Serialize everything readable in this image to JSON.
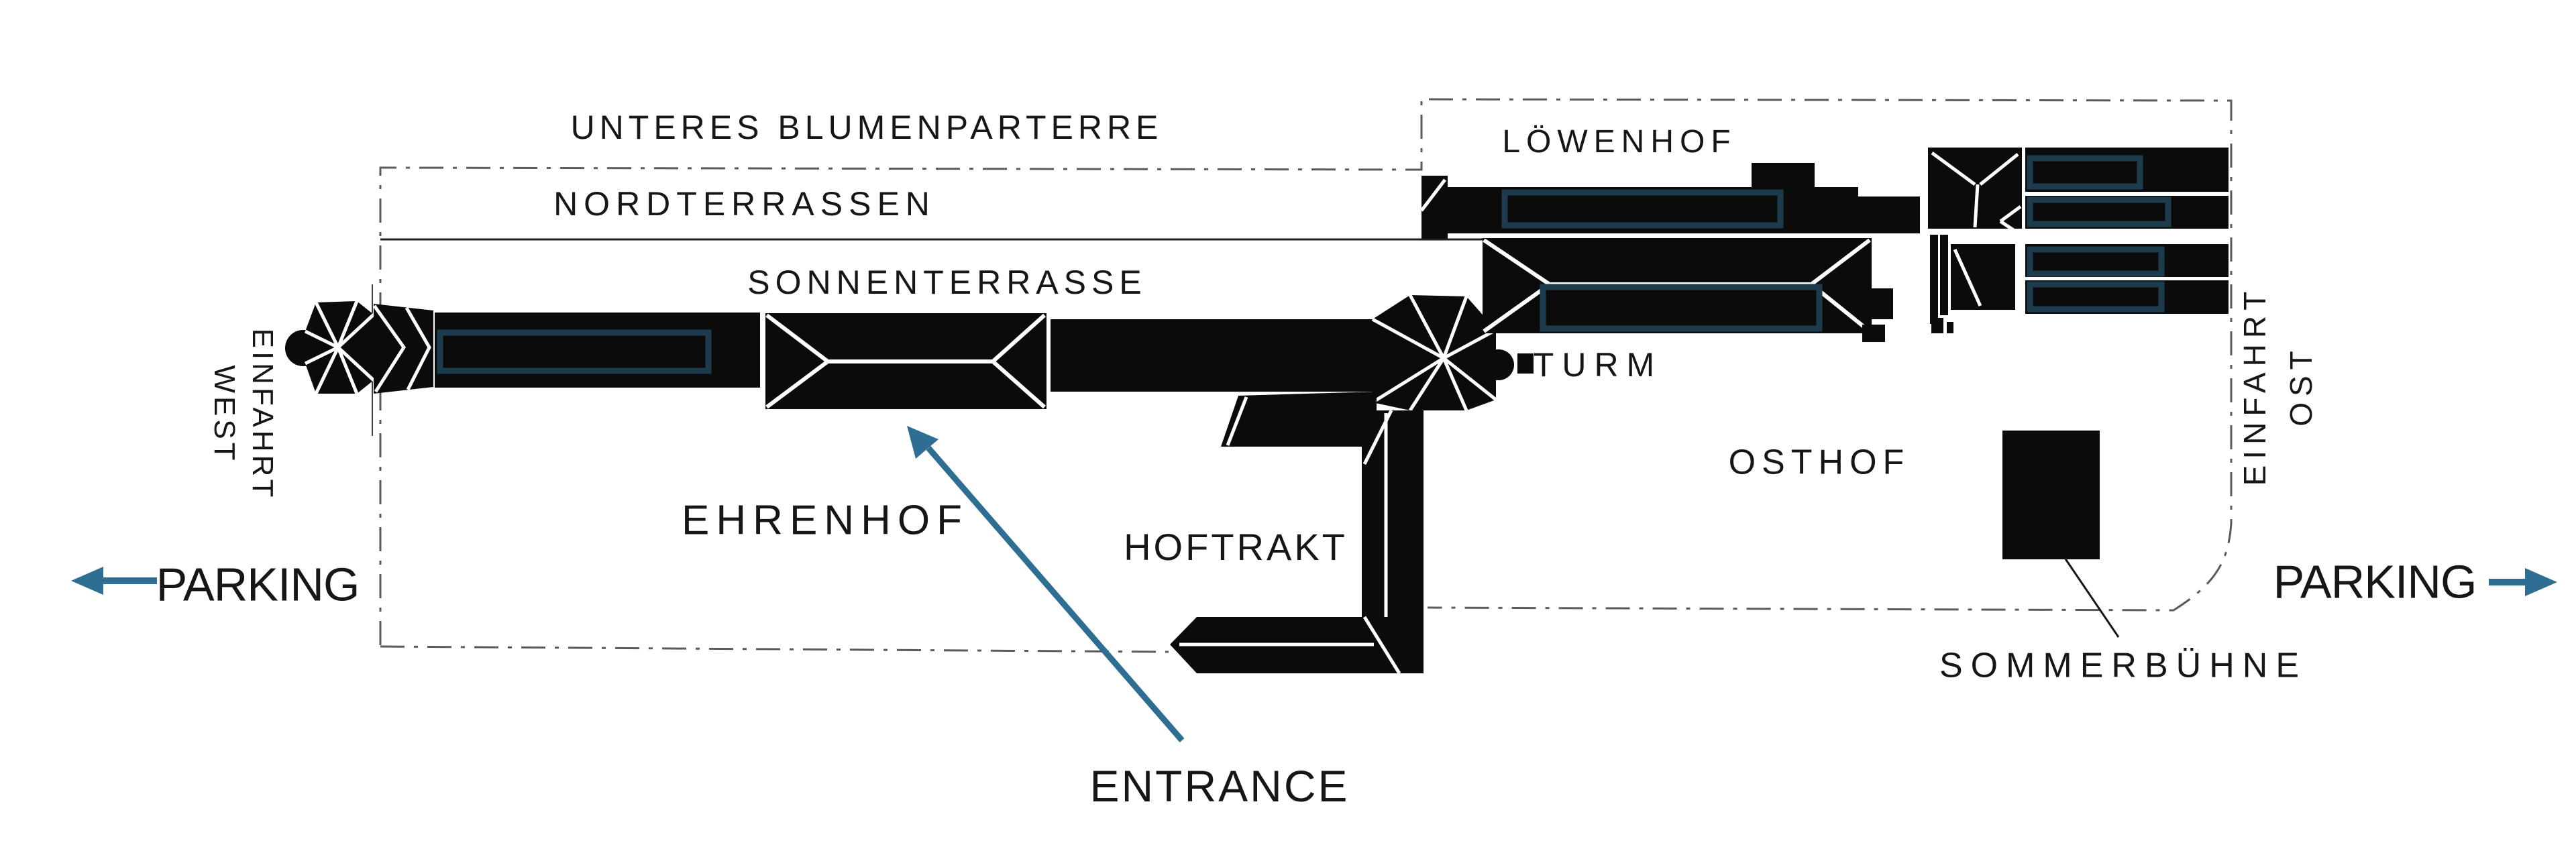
{
  "colors": {
    "background": "#ffffff",
    "building": "#0b0b0b",
    "courtyard_outline": "#1c3b4d",
    "accent": "#2e6e93",
    "text": "#161616",
    "boundary": "#5a5a5a"
  },
  "areas": {
    "unteres_blumenparterre": "UNTERES BLUMENPARTERRE",
    "nordterrassen": "NORDTERRASSEN",
    "sonnenterrasse": "SONNENTERRASSE",
    "loewenhof": "LÖWENHOF",
    "ehrenhof": "EHRENHOF",
    "hoftrakt": "HOFTRAKT",
    "turm": "TURM",
    "osthof": "OSTHOF",
    "sommerbuehne": "SOMMERBÜHNE"
  },
  "gates": {
    "west": {
      "line1": "EINFAHRT",
      "line2": "WEST"
    },
    "ost": {
      "line1": "EINFAHRT",
      "line2": "OST"
    }
  },
  "wayfinding": {
    "parking_west": "PARKING",
    "parking_east": "PARKING",
    "entrance": "ENTRANCE"
  },
  "icons": {
    "parking_west_arrow": "arrow-left",
    "parking_east_arrow": "arrow-right",
    "entrance_arrow": "arrow-up-left"
  }
}
